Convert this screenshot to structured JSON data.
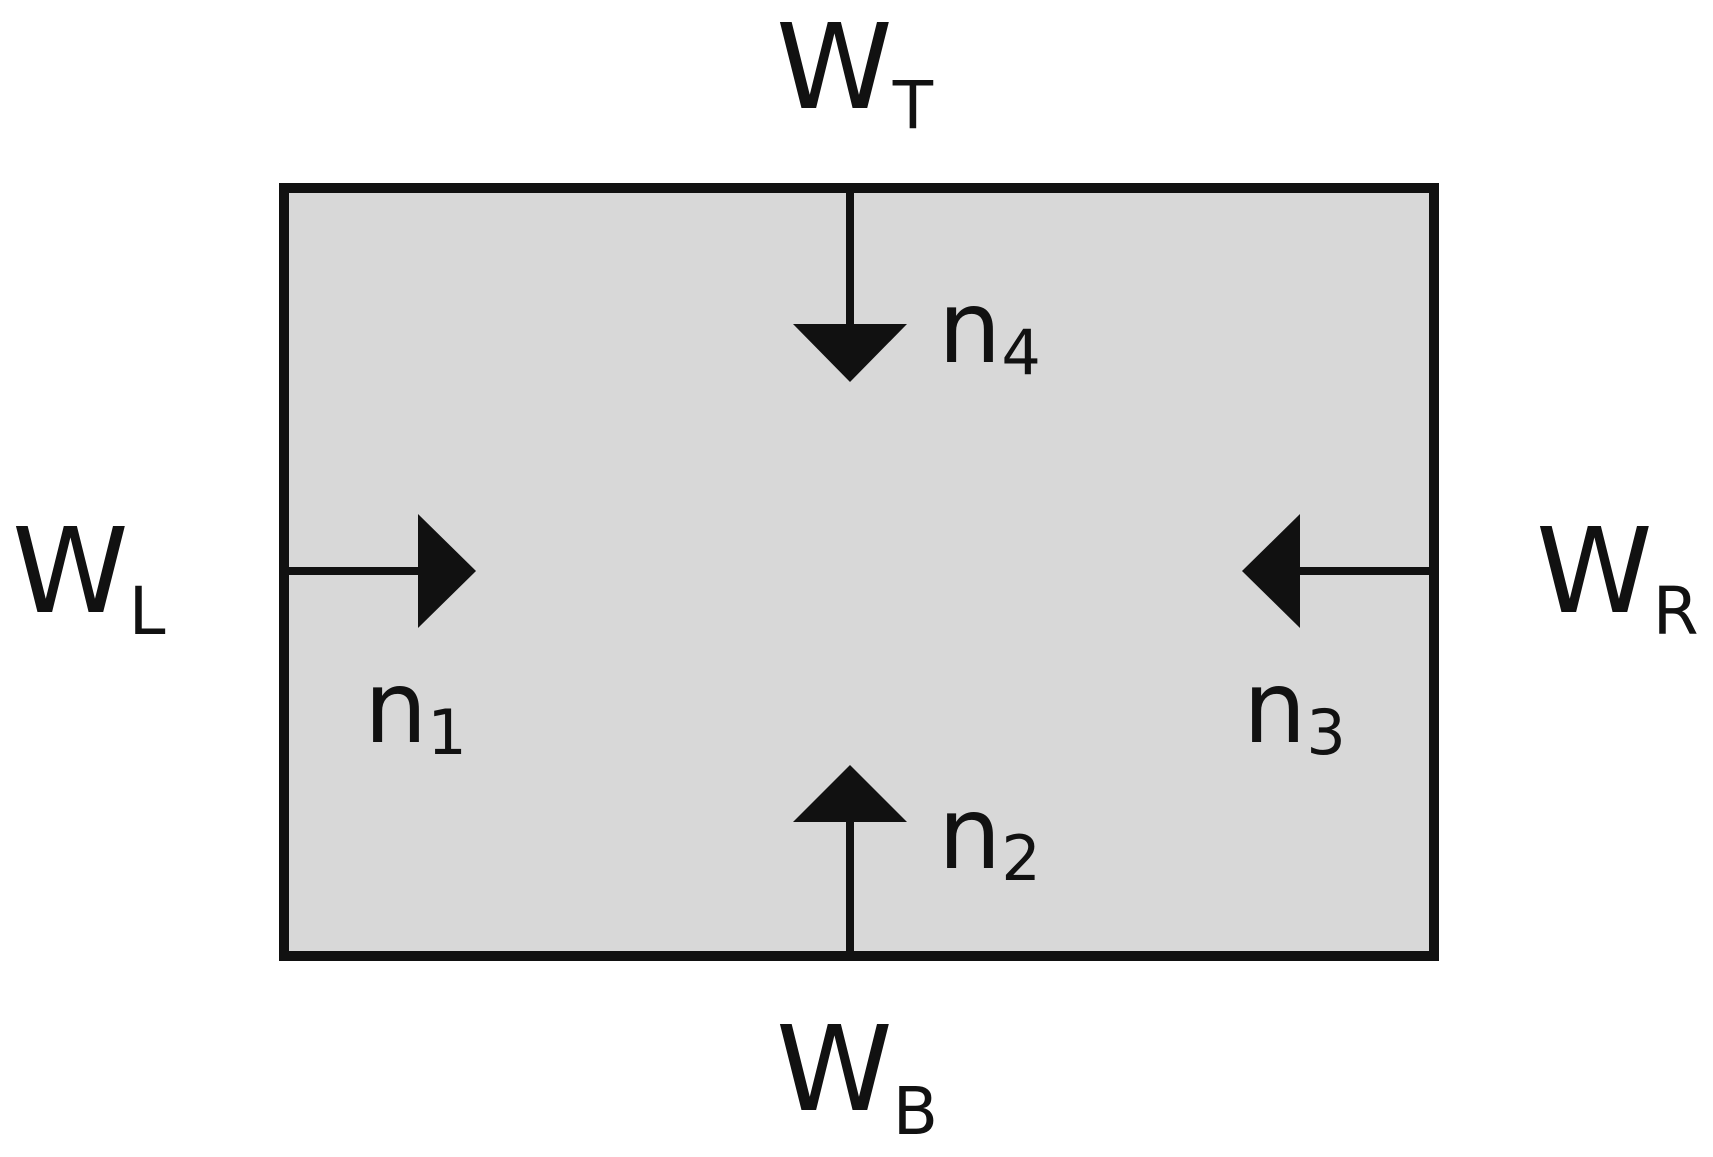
{
  "colors": {
    "box_fill": "#d8d8d8",
    "stroke": "#111111",
    "background": "#ffffff"
  },
  "walls": {
    "top": {
      "letter": "W",
      "sub": "T"
    },
    "bottom": {
      "letter": "W",
      "sub": "B"
    },
    "left": {
      "letter": "W",
      "sub": "L"
    },
    "right": {
      "letter": "W",
      "sub": "R"
    }
  },
  "normals": {
    "n1": {
      "letter": "n",
      "sub": "1",
      "direction": "right"
    },
    "n2": {
      "letter": "n",
      "sub": "2",
      "direction": "up"
    },
    "n3": {
      "letter": "n",
      "sub": "3",
      "direction": "left"
    },
    "n4": {
      "letter": "n",
      "sub": "4",
      "direction": "down"
    }
  }
}
